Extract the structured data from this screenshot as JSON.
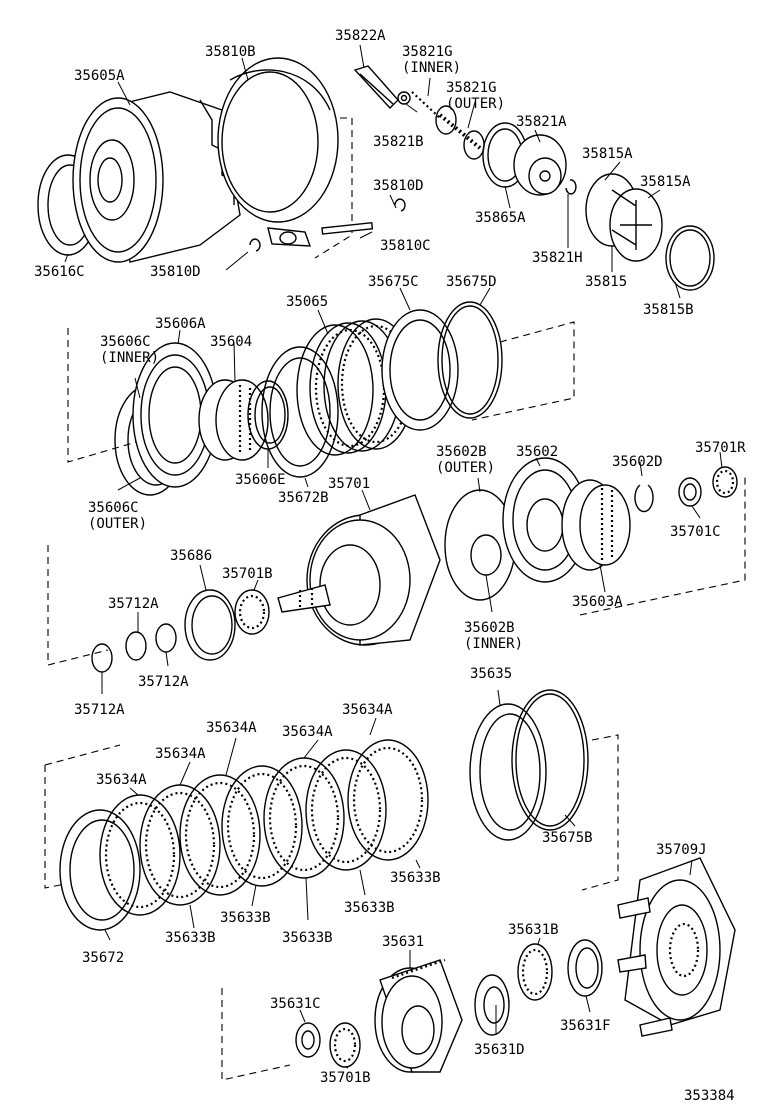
{
  "drawing_code": "353384",
  "parts": [
    {
      "id": "35605A"
    },
    {
      "id": "35810B"
    },
    {
      "id": "35822A"
    },
    {
      "id": "35821G",
      "note": "(INNER)"
    },
    {
      "id": "35821G",
      "note": "(OUTER)"
    },
    {
      "id": "35821A"
    },
    {
      "id": "35821B"
    },
    {
      "id": "35616C"
    },
    {
      "id": "35810D"
    },
    {
      "id": "35810D"
    },
    {
      "id": "35810C"
    },
    {
      "id": "35865A"
    },
    {
      "id": "35815A"
    },
    {
      "id": "35815A"
    },
    {
      "id": "35821H"
    },
    {
      "id": "35815"
    },
    {
      "id": "35815B"
    },
    {
      "id": "35065"
    },
    {
      "id": "35675C"
    },
    {
      "id": "35675D"
    },
    {
      "id": "35606A"
    },
    {
      "id": "35606C",
      "note": "(INNER)"
    },
    {
      "id": "35604"
    },
    {
      "id": "35606E"
    },
    {
      "id": "35672B"
    },
    {
      "id": "35606C",
      "note": "(OUTER)"
    },
    {
      "id": "35602B",
      "note": "(OUTER)"
    },
    {
      "id": "35602"
    },
    {
      "id": "35602D"
    },
    {
      "id": "35701R"
    },
    {
      "id": "35701C"
    },
    {
      "id": "35603A"
    },
    {
      "id": "35701"
    },
    {
      "id": "35686"
    },
    {
      "id": "35701B"
    },
    {
      "id": "35712A"
    },
    {
      "id": "35712A"
    },
    {
      "id": "35712A"
    },
    {
      "id": "35602B",
      "note": "(INNER)"
    },
    {
      "id": "35635"
    },
    {
      "id": "35634A"
    },
    {
      "id": "35634A"
    },
    {
      "id": "35634A"
    },
    {
      "id": "35634A"
    },
    {
      "id": "35634A"
    },
    {
      "id": "35675B"
    },
    {
      "id": "35633B"
    },
    {
      "id": "35633B"
    },
    {
      "id": "35633B"
    },
    {
      "id": "35633B"
    },
    {
      "id": "35633B"
    },
    {
      "id": "35672"
    },
    {
      "id": "35709J"
    },
    {
      "id": "35631"
    },
    {
      "id": "35631B"
    },
    {
      "id": "35631C"
    },
    {
      "id": "35631F"
    },
    {
      "id": "35631D"
    },
    {
      "id": "35701B"
    }
  ]
}
